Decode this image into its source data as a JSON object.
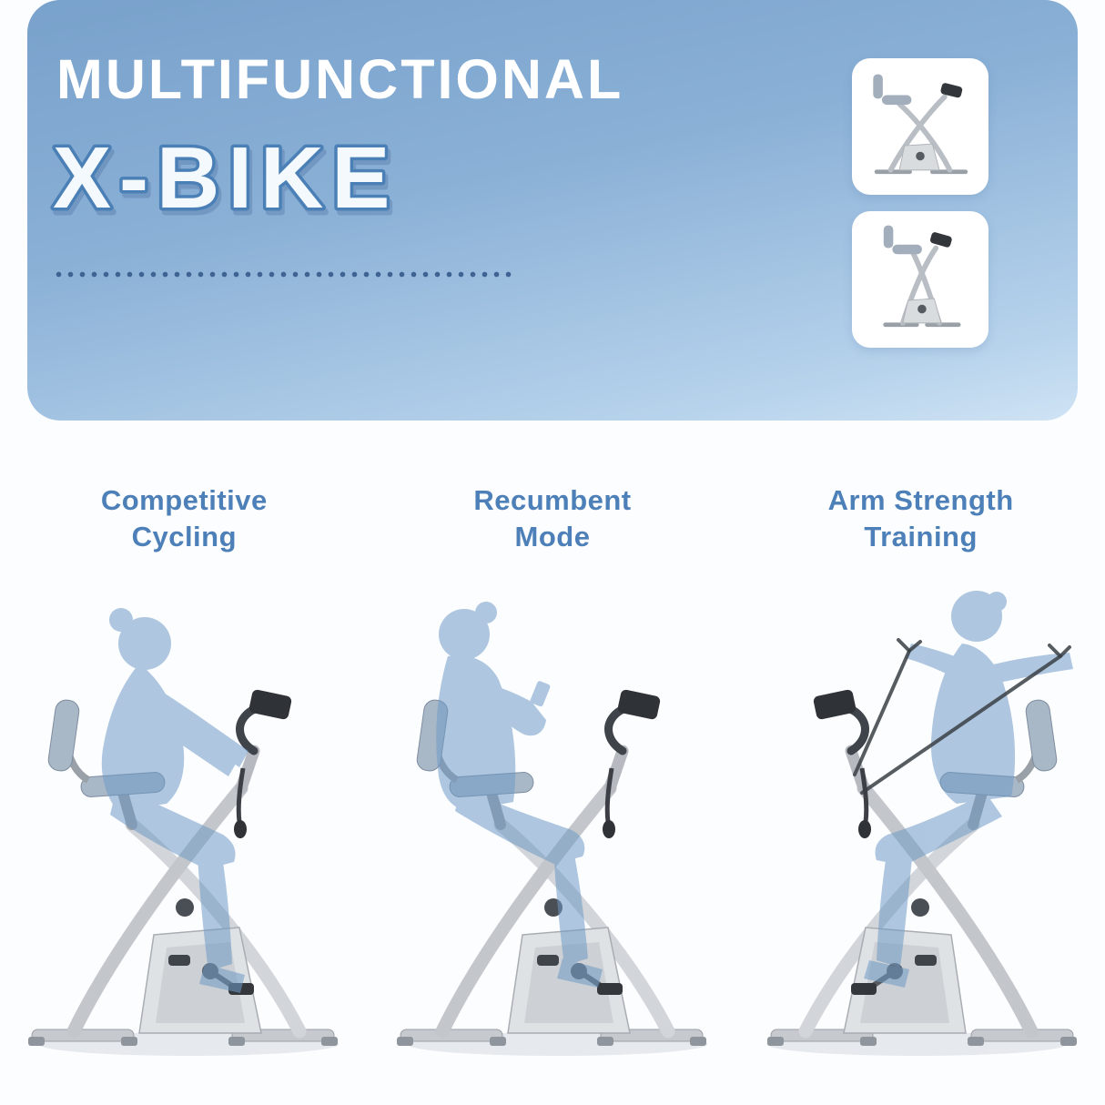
{
  "banner": {
    "title": "MULTIFUNCTIONAL",
    "subtitle": "X-BIKE"
  },
  "thumbnails": [
    {
      "name": "x-bike-semi-folded-view"
    },
    {
      "name": "x-bike-folded-view"
    }
  ],
  "modes": [
    {
      "id": "competitive-cycling",
      "label": "Competitive\nCycling"
    },
    {
      "id": "recumbent-mode",
      "label": "Recumbent\nMode"
    },
    {
      "id": "arm-strength-training",
      "label": "Arm Strength\nTraining"
    }
  ],
  "colors": {
    "banner_gradient_top": "#78a1cb",
    "banner_gradient_bottom": "#cfe3f4",
    "title_white": "#ffffff",
    "subtitle_fill": "#f4f9fd",
    "subtitle_outline": "#4b80b7",
    "dot_blue": "#3f6493",
    "heading_blue": "#4d80b8",
    "silhouette_blue": "#6f9ac6",
    "bike_frame_grey": "#c3c7cc"
  }
}
